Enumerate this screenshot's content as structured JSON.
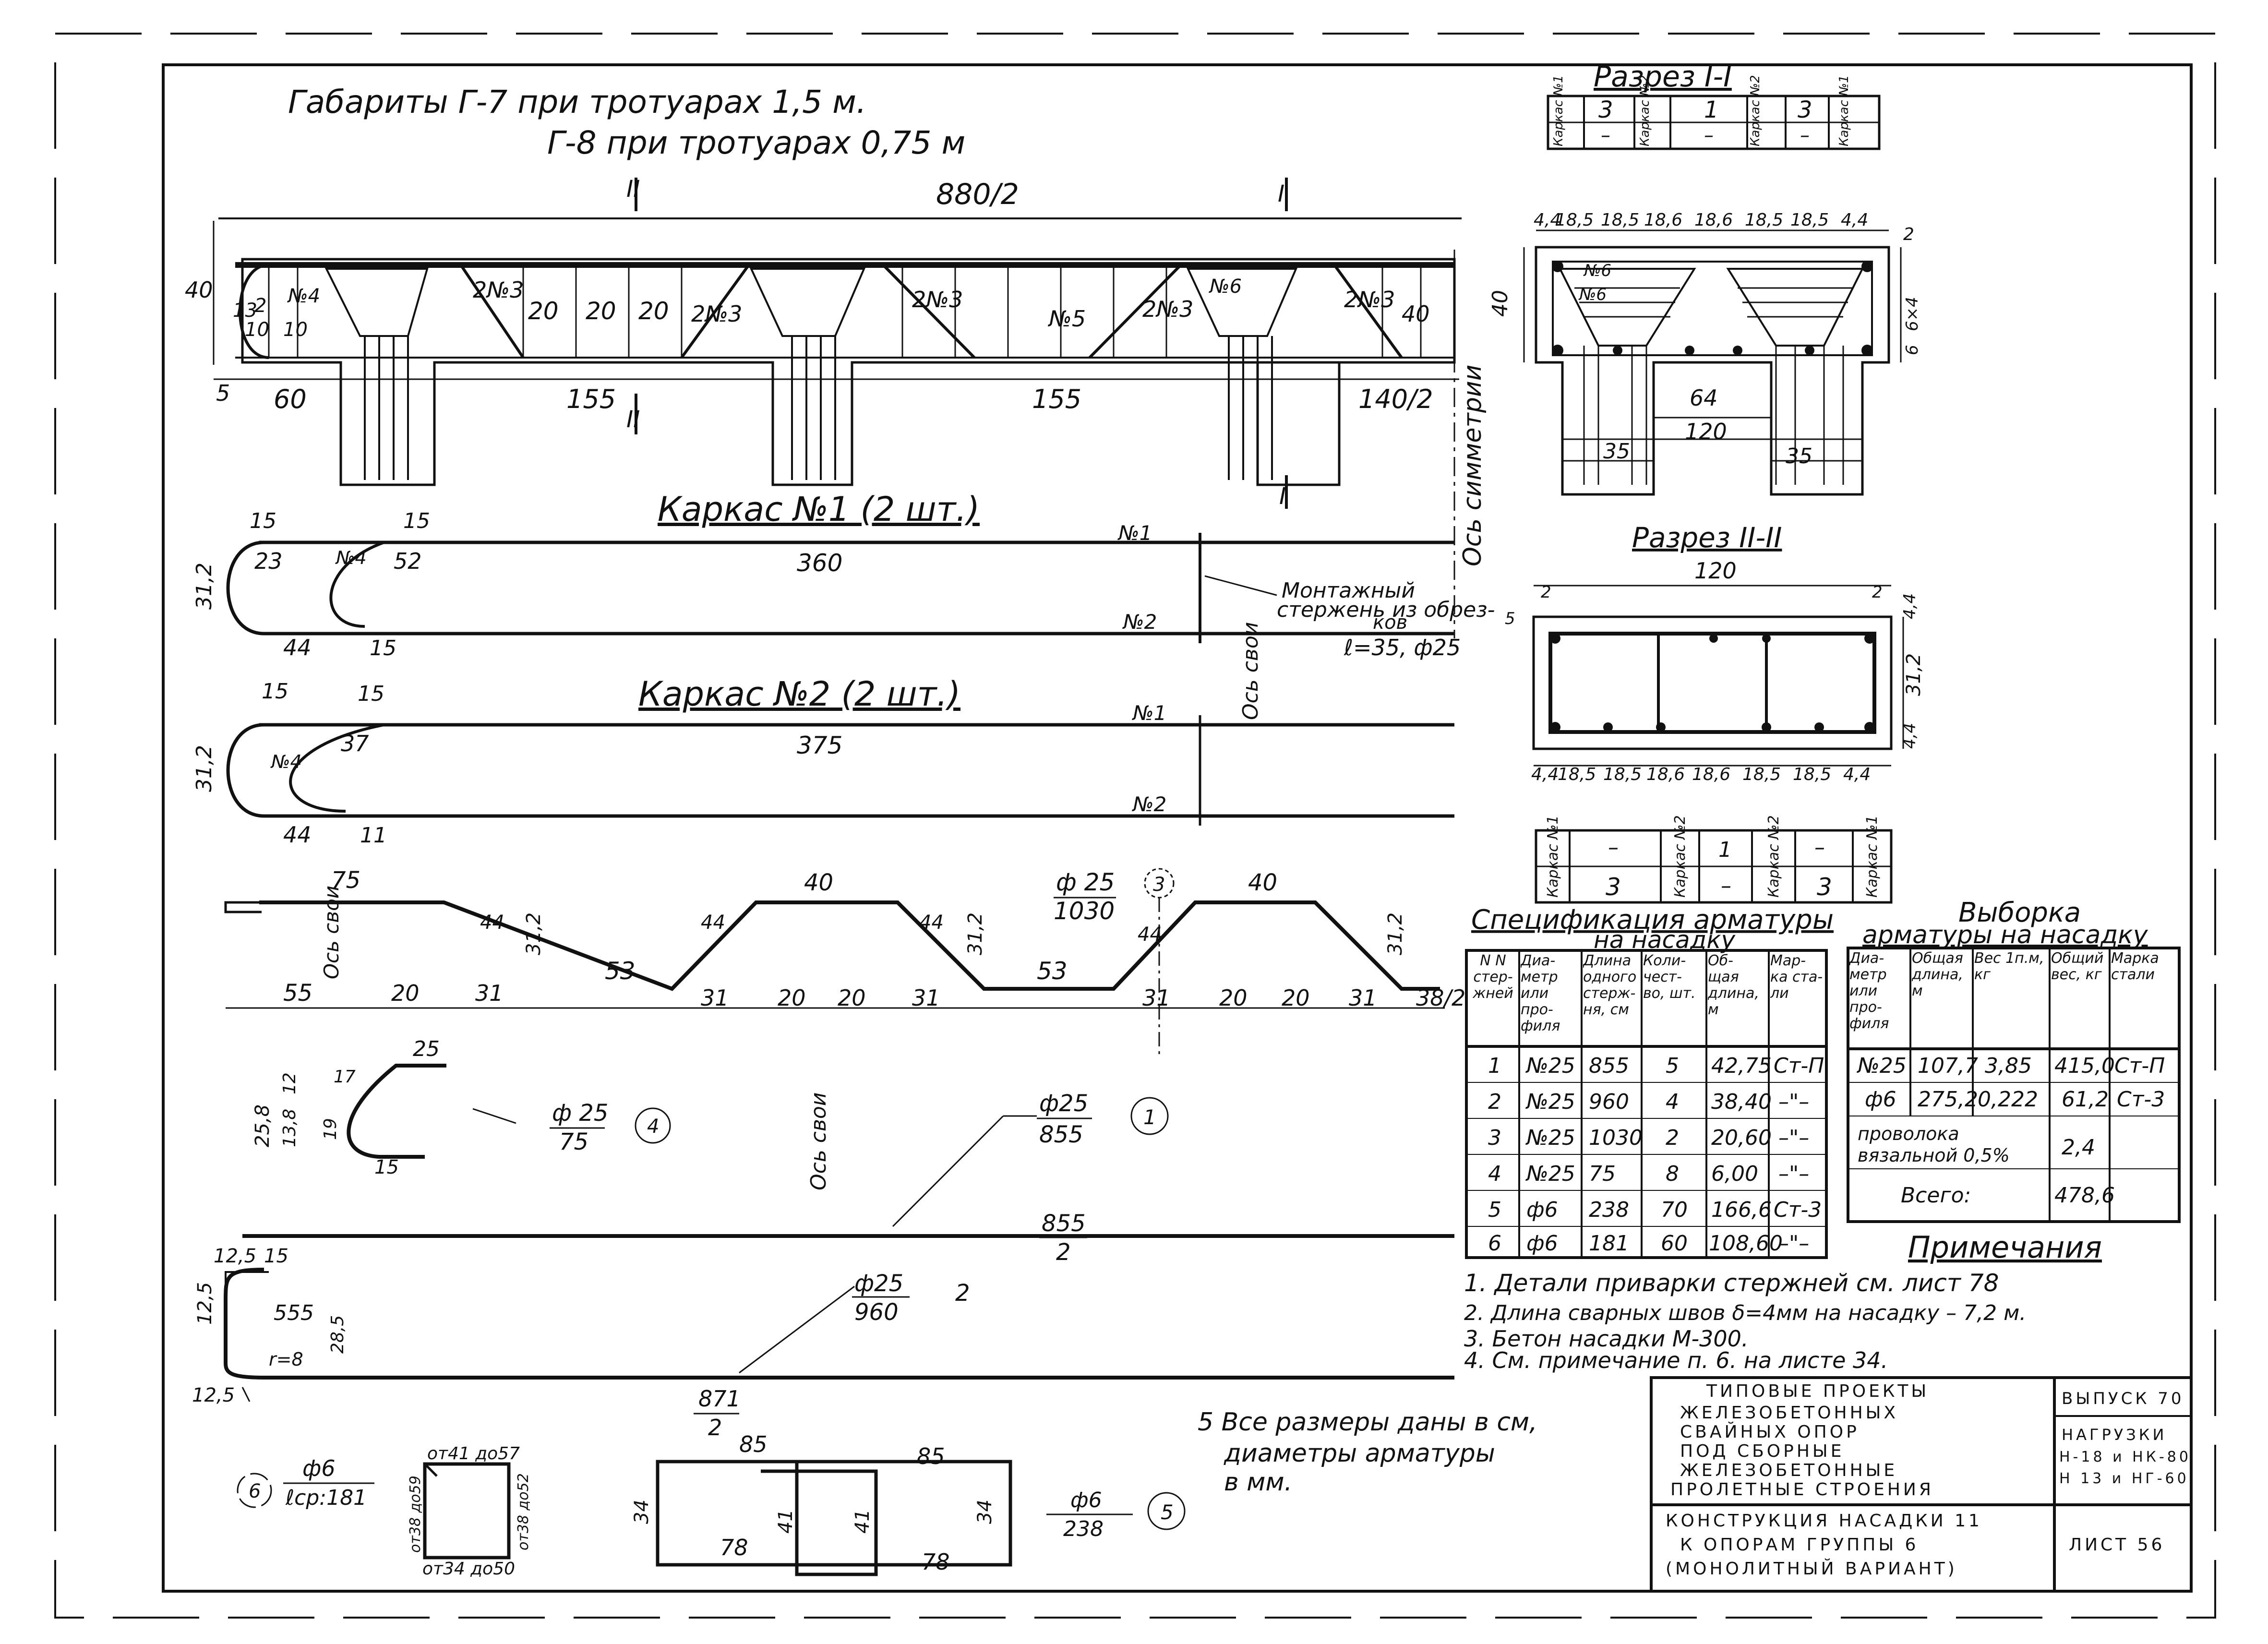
{
  "header": {
    "gab_line1": "Габариты   Г-7  при  тротуарах  1,5 м.",
    "gab_line2": "Г-8  при  тротуарах 0,75 м"
  },
  "elevation": {
    "sec_II_top": "II",
    "sec_II_bot": "II",
    "sec_I_top": "I",
    "sec_I_bot": "I",
    "overall": "880/2",
    "height": "40",
    "d60": "60",
    "d5": "5",
    "d155a": "155",
    "d155b": "155",
    "d140": "140/2",
    "axis_sym": "Ось симметрии",
    "lbl_13": "13",
    "lbl_2": "2",
    "lbl_10a": "10",
    "lbl_10b": "10",
    "lbl_n4": "№4",
    "lbl_n3a": "2№3",
    "lbl_n3b": "2№3",
    "lbl_n3c": "2№3",
    "lbl_n3d": "2№3",
    "lbl_n3e": "2№3",
    "lbl_20a": "20",
    "lbl_20b": "20",
    "lbl_20c": "20",
    "lbl_n5": "№5",
    "lbl_n6": "№6",
    "lbl_40r": "40"
  },
  "karkas1": {
    "title": "Каркас №1 (2 шт.)",
    "d15a": "15",
    "d15b": "15",
    "d15c": "15",
    "d23": "23",
    "d52": "52",
    "n4": "№4",
    "d360": "360",
    "d312": "31,2",
    "d44": "44",
    "n1": "№1",
    "n2": "№2",
    "note1": "Монтажный",
    "note2": "стержень из обрез-",
    "note3": "ков",
    "note4": "ℓ=35, ф25"
  },
  "karkas2": {
    "title": "Каркас №2 (2 шт.)",
    "d15a": "15",
    "d15b": "15",
    "d37": "37",
    "n4": "№4",
    "d375": "375",
    "d312": "31,2",
    "d44": "44",
    "d11": "11",
    "n1": "№1",
    "n2": "№2",
    "axis": "Ось свои"
  },
  "bar3": {
    "d75": "75",
    "d40a": "40",
    "d40b": "40",
    "d55": "55",
    "d20a": "20",
    "d31a": "31",
    "d53a": "53",
    "d31b": "31",
    "d20b": "20",
    "d20c": "20",
    "d31c": "31",
    "d53b": "53",
    "d31d": "31",
    "d20d": "20",
    "d20e": "20",
    "d31e": "31",
    "d38": "38/2",
    "d44a": "44",
    "d44b": "44",
    "d44c": "44",
    "d44d": "44",
    "d312a": "31,2",
    "d312b": "31,2",
    "d312c": "31,2",
    "spec_num": "ф 25",
    "spec_den": "1030",
    "num": "3",
    "axis1": "Ось свои",
    "axis2": "Ось свои"
  },
  "bar4": {
    "d25": "25",
    "d258": "25,8",
    "d12": "12",
    "d138": "13,8",
    "d19": "19",
    "d17": "17",
    "d15": "15",
    "spec_num": "ф 25",
    "spec_den": "75",
    "num": "4"
  },
  "bar1": {
    "spec_num": "ф25",
    "spec_den": "855",
    "num": "1",
    "top_num": "855",
    "top_den": "2"
  },
  "bar2": {
    "d125a": "12,5",
    "d125b": "12,5",
    "d125c": "12,5",
    "d15": "15",
    "d555": "555",
    "d28": "28,5",
    "r8": "r=8",
    "spec_num": "ф25",
    "spec_den": "960",
    "num": "2"
  },
  "bar6": {
    "num": "6",
    "spec_num": "ф6",
    "spec_den": "ℓср:181",
    "top": "от41 до57",
    "left": "от38 до59",
    "right": "от38 до52",
    "bottom": "от34 до50"
  },
  "bar5": {
    "top_num": "871",
    "top_den": "2",
    "d85a": "85",
    "d85b": "85",
    "d34a": "34",
    "d34b": "34",
    "d41a": "41",
    "d41b": "41",
    "d78a": "78",
    "d78b": "78",
    "spec_num": "ф6",
    "spec_den": "238",
    "num": "5"
  },
  "bottom_note": {
    "l1": "5 Все  размеры  даны в см,",
    "l2": "диаметры   арматуры",
    "l3": "в мм."
  },
  "section_I": {
    "title": "Разрез I-I",
    "dims_top": [
      "4,4",
      "18,5",
      "18,5",
      "18,6",
      "18,6",
      "18,5",
      "18,5",
      "4,4"
    ],
    "d40": "40",
    "d2": "2",
    "d6": "6",
    "d6x4": "6×4",
    "n6a": "№6",
    "n6b": "№6",
    "d64": "64",
    "d120": "120",
    "d35a": "35",
    "d35b": "35"
  },
  "section_II": {
    "title": "Разрез II-II",
    "d120": "120",
    "d2a": "2",
    "d2b": "2",
    "d5": "5",
    "d44": "4,4",
    "d312": "31,2",
    "d44b": "4,4",
    "dims_bottom": [
      "4,4",
      "18,5",
      "18,5",
      "18,6",
      "18,6",
      "18,5",
      "18,5",
      "4,4"
    ]
  },
  "frame_table_top": {
    "cells": [
      "Каркас №1",
      "3",
      "Каркас №2",
      "1",
      "Каркас №2",
      "3",
      "Каркас №1"
    ],
    "bottom": [
      "",
      "–",
      "",
      "–",
      "",
      "–",
      ""
    ]
  },
  "frame_table_bottom": {
    "top": [
      "",
      "–",
      "",
      "1",
      "",
      "–",
      ""
    ],
    "cells": [
      "Каркас №1",
      "3",
      "Каркас №2",
      "–",
      "Каркас №2",
      "3",
      "Каркас №1"
    ]
  },
  "spec": {
    "title1": "Спецификация арматуры",
    "title2": "на насадку",
    "headers": [
      "N N стер- жней",
      "Диа- метр или про- филя",
      "Длина одного стерж- ня, см",
      "Коли- чест- во, шт.",
      "Об- щая длина, м",
      "Мар- ка ста- ли"
    ],
    "rows": [
      [
        "1",
        "№25",
        "855",
        "5",
        "42,75",
        "Ст-П"
      ],
      [
        "2",
        "№25",
        "960",
        "4",
        "38,40",
        "–\"–"
      ],
      [
        "3",
        "№25",
        "1030",
        "2",
        "20,60",
        "–\"–"
      ],
      [
        "4",
        "№25",
        "75",
        "8",
        "6,00",
        "–\"–"
      ],
      [
        "5",
        "ф6",
        "238",
        "70",
        "166,6",
        "Ст-3"
      ],
      [
        "6",
        "ф6",
        "181",
        "60",
        "108,60",
        "–\"–"
      ]
    ]
  },
  "vyborka": {
    "title1": "Выборка",
    "title2": "арматуры на насадку",
    "headers": [
      "Диа- метр или про- филя",
      "Общая длина, м",
      "Вес 1п.м, кг",
      "Общий вес, кг",
      "Марка стали"
    ],
    "rows": [
      [
        "№25",
        "107,7",
        "3,85",
        "415,0",
        "Ст-П"
      ],
      [
        "ф6",
        "275,2",
        "0,222",
        "61,2",
        "Ст-3"
      ]
    ],
    "wire1": "проволока",
    "wire2": "вязальной 0,5%",
    "wire_val": "2,4",
    "total_label": "Всего:",
    "total": "478,6"
  },
  "notes": {
    "title": "Примечания",
    "items": [
      "1. Детали приварки стержней см. лист 78",
      "2. Длина сварных швов δ=4мм на насадку – 7,2 м.",
      "3. Бетон насадки М-300.",
      "4. См. примечание п. 6. на листе 34."
    ]
  },
  "title_block": {
    "project": [
      "ТИПОВЫЕ ПРОЕКТЫ",
      "ЖЕЛЕЗОБЕТОННЫХ",
      "СВАЙНЫХ ОПОР",
      "ПОД СБОРНЫЕ",
      "ЖЕЛЕЗОБЕТОННЫЕ",
      "ПРОЛЕТНЫЕ СТРОЕНИЯ"
    ],
    "issue": "ВЫПУСК 70",
    "loads": [
      "НАГРУЗКИ",
      "Н-18 и НК-80",
      "Н 13 и НГ-60"
    ],
    "sheet_title": [
      "КОНСТРУКЦИЯ НАСАДКИ 11",
      "К ОПОРАМ ГРУППЫ 6",
      "(МОНОЛИТНЫЙ ВАРИАНТ)"
    ],
    "sheet_no": "ЛИСТ 56"
  }
}
